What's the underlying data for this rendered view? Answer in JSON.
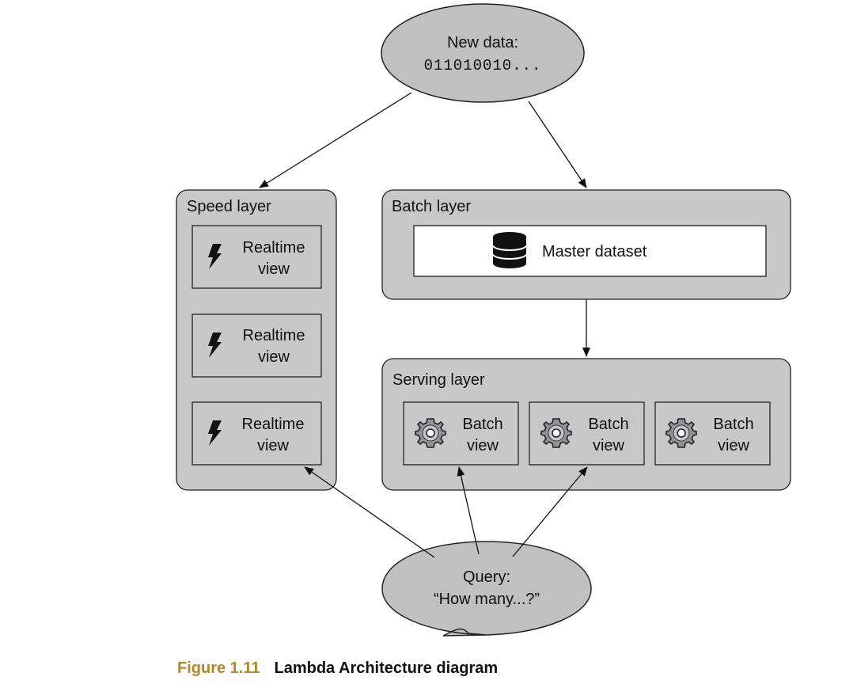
{
  "new_data": {
    "label": "New data:",
    "value": "011010010..."
  },
  "speed_layer": {
    "title": "Speed layer",
    "views": [
      {
        "line1": "Realtime",
        "line2": "view",
        "icon": "lightning-bolt-icon"
      },
      {
        "line1": "Realtime",
        "line2": "view",
        "icon": "lightning-bolt-icon"
      },
      {
        "line1": "Realtime",
        "line2": "view",
        "icon": "lightning-bolt-icon"
      }
    ]
  },
  "batch_layer": {
    "title": "Batch layer",
    "dataset_label": "Master dataset",
    "icon": "database-icon"
  },
  "serving_layer": {
    "title": "Serving layer",
    "views": [
      {
        "line1": "Batch",
        "line2": "view",
        "icon": "gear-icon"
      },
      {
        "line1": "Batch",
        "line2": "view",
        "icon": "gear-icon"
      },
      {
        "line1": "Batch",
        "line2": "view",
        "icon": "gear-icon"
      }
    ]
  },
  "query": {
    "line1": "Query:",
    "line2": "“How many...?”"
  },
  "caption": {
    "number": "Figure 1.11",
    "title": "Lambda Architecture diagram"
  },
  "colors": {
    "layer_fill": "#c8c8c8",
    "node_fill": "#c0c0c0",
    "stroke": "#222222",
    "caption_accent": "#b58622"
  }
}
